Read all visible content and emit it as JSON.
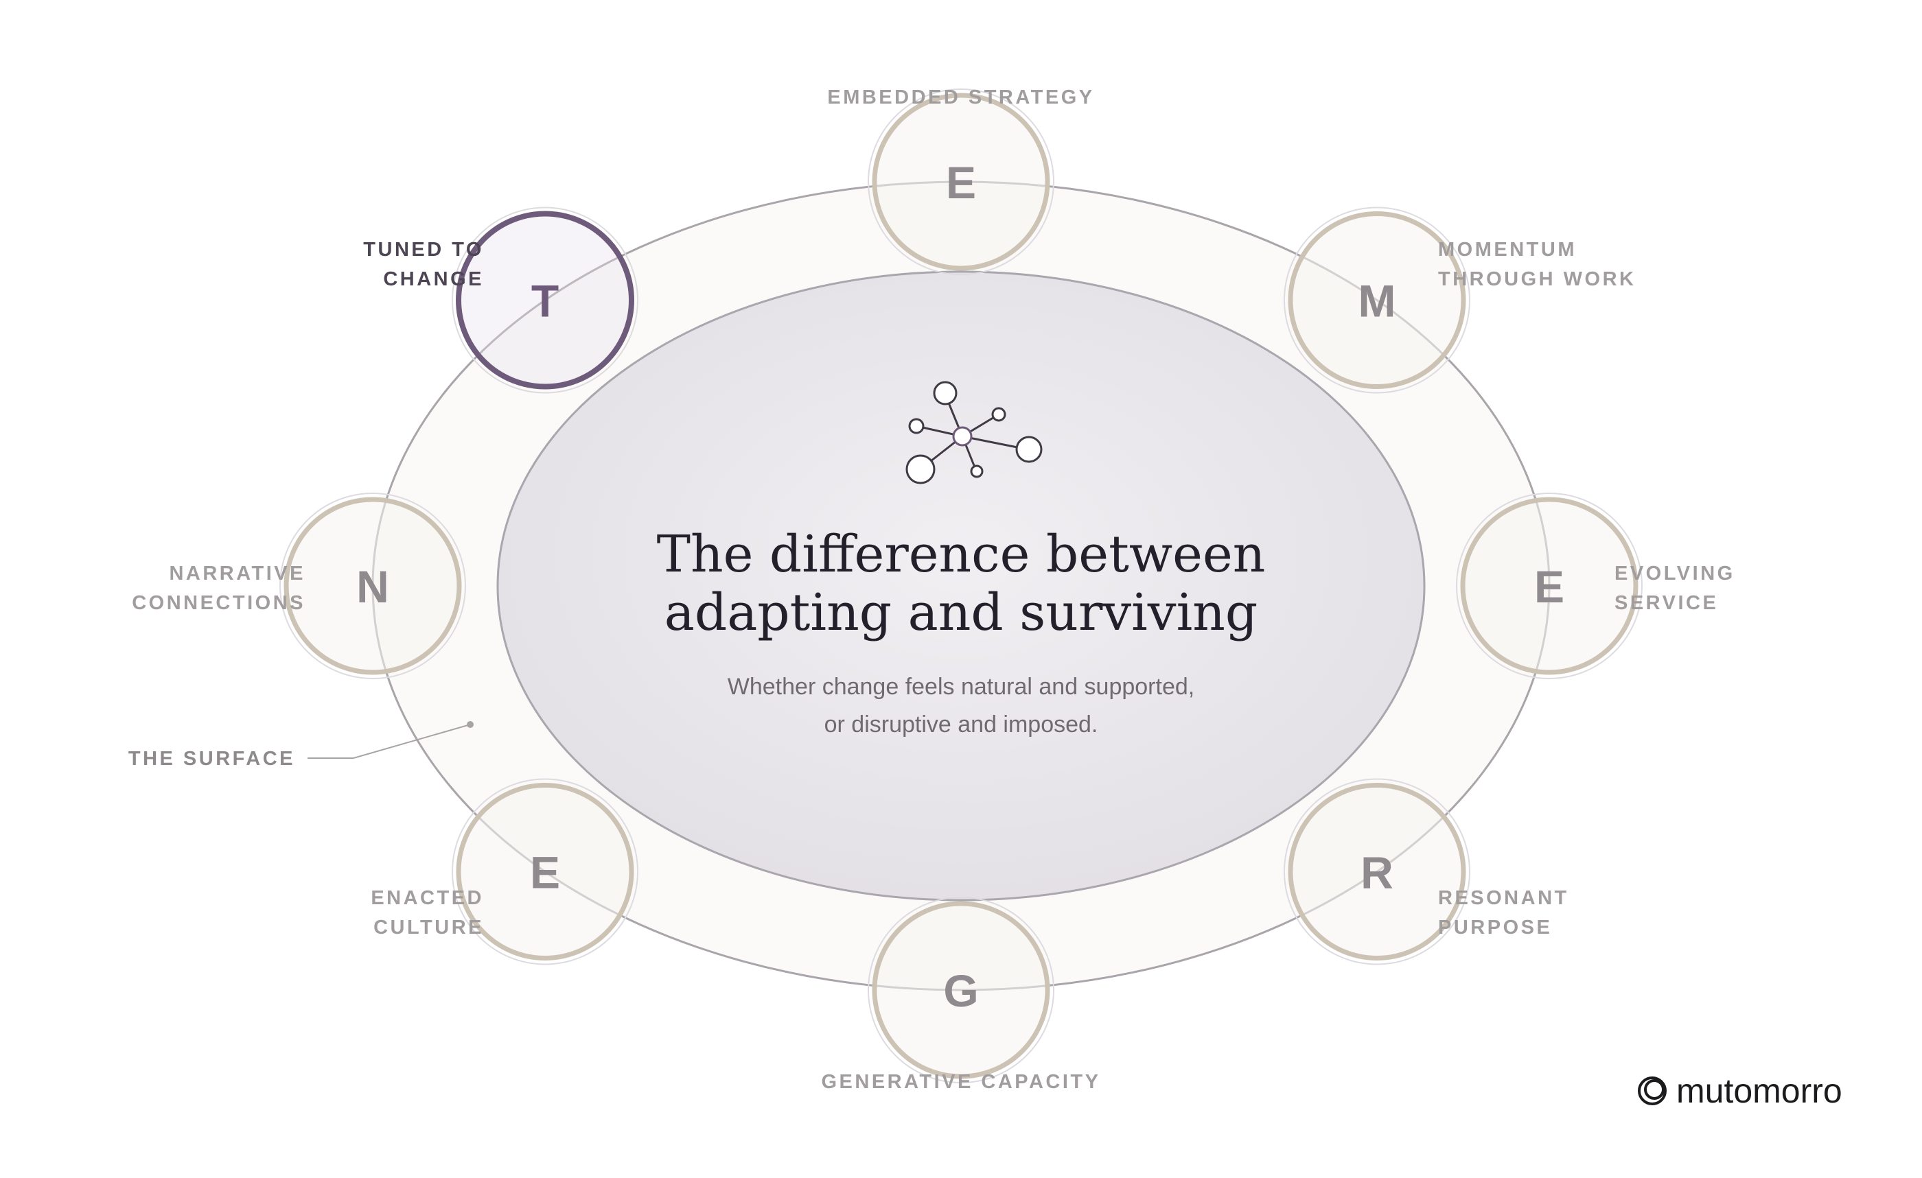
{
  "heading": {
    "title_line1": "The difference between",
    "title_line2": "adapting and surviving",
    "subtitle_line1": "Whether change feels natural and supported,",
    "subtitle_line2": "or disruptive and imposed."
  },
  "nodes": [
    {
      "letter": "E",
      "label_lines": [
        "EMBEDDED STRATEGY"
      ],
      "active": false
    },
    {
      "letter": "M",
      "label_lines": [
        "MOMENTUM",
        "THROUGH WORK"
      ],
      "active": false
    },
    {
      "letter": "E",
      "label_lines": [
        "EVOLVING",
        "SERVICE"
      ],
      "active": false
    },
    {
      "letter": "R",
      "label_lines": [
        "RESONANT",
        "PURPOSE"
      ],
      "active": false
    },
    {
      "letter": "G",
      "label_lines": [
        "GENERATIVE CAPACITY"
      ],
      "active": false
    },
    {
      "letter": "E",
      "label_lines": [
        "ENACTED",
        "CULTURE"
      ],
      "active": false
    },
    {
      "letter": "N",
      "label_lines": [
        "NARRATIVE",
        "CONNECTIONS"
      ],
      "active": false
    },
    {
      "letter": "T",
      "label_lines": [
        "TUNED TO",
        "CHANGE"
      ],
      "active": true
    }
  ],
  "callout": {
    "label": "THE SURFACE"
  },
  "brand": {
    "name": "mutomorro"
  },
  "icons": {
    "center": "network-icon",
    "brand": "mutomorro-logo-icon"
  },
  "colors": {
    "active": "#6e5a7b",
    "node_ring": "#cdc3b5",
    "ring_fill": "#fbfaf8",
    "center_fill": "#e6e3e8",
    "title": "#24202b",
    "label": "#a19d9e"
  }
}
